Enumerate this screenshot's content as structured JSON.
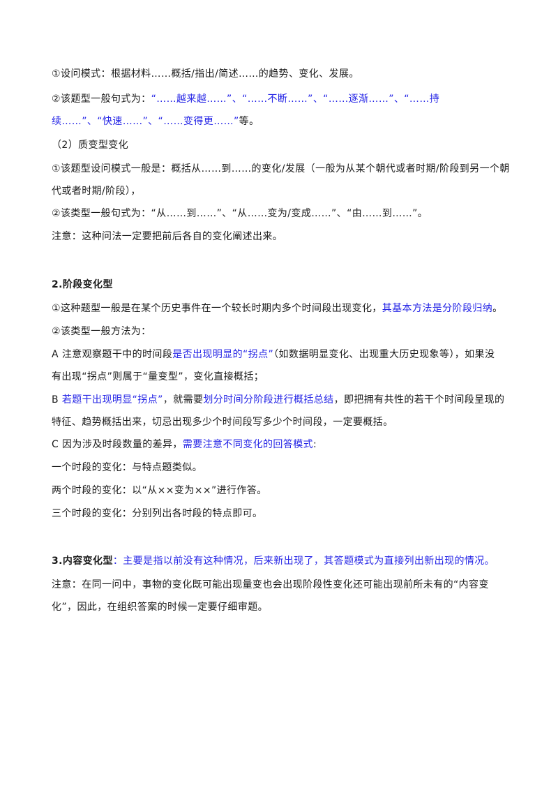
{
  "section1": {
    "line1": "①设问模式：根据材料……概括/指出/简述……的趋势、变化、发展。",
    "line2_prefix": "②该题型一般句式为：",
    "line2_blue": "“……越来越……”、“……不断……”、“……逐渐……”、“……持",
    "line3_blue": "续……”、“快速……”、“……变得更……”",
    "line3_suffix": "等。",
    "sub_heading": "（2）质变型变化",
    "line4": "①该题型设问模式一般是：概括从……到……的变化/发展（一般为从某个朝代或者时期/阶段到另一个朝",
    "line5": "代或者时期/阶段），",
    "line6": "②该类型一般句式为：“从……到……”、“从……变为/变成……”、“由……到……”。",
    "note": "注意：这种问法一定要把前后各自的变化阐述出来。"
  },
  "section2": {
    "heading": "2.阶段变化型",
    "p1_prefix": "①这种题型一般是在某个历史事件在一个较长时期内多个时间段出现变化，",
    "p1_blue": "其基本方法是分阶段归纳",
    "p1_suffix": "。",
    "p2": "②该类型一般方法为：",
    "a_prefix": "A 注意观察题干中的时间段",
    "a_blue": "是否出现明显的“拐点”",
    "a_suffix": "（如数据明显变化、出现重大历史现象等），如果没",
    "a_line2": "有出现“拐点”则属于“量变型”，变化直接概括；",
    "b_prefix": "B ",
    "b_blue1": "若题干出现明显“拐点”",
    "b_mid": "，就需要",
    "b_blue2": "划分时间分阶段进行概括总结",
    "b_suffix": "，即把拥有共性的若干个时间段呈现的",
    "b_line2": "特征、趋势概括出来，切忌出现多少个时间段写多少个时间段，一定要概括。",
    "c_prefix": "C 因为涉及时段数量的差异，",
    "c_blue": "需要注意不同变化的回答模式",
    "c_suffix": ":",
    "one": "一个时段的变化：与特点题类似。",
    "two": "两个时段的变化：以“从××变为××”进行作答。",
    "three": "三个时段的变化：分别列出各时段的特点即可。"
  },
  "section3": {
    "heading": "3.内容变化型",
    "colon": "：",
    "blue": "主要是指以前没有这种情况，后来新出现了，其答题模式为直接列出新出现的情况。",
    "note_line1": "注意：在同一问中，事物的变化既可能出现量变也会出现阶段性变化还可能出现前所未有的“内容变",
    "note_line2": "化”，因此，在组织答案的时候一定要仔细审题。"
  },
  "colors": {
    "text": "#1a1a1a",
    "emphasis_blue": "#2424e6",
    "background": "#ffffff"
  }
}
